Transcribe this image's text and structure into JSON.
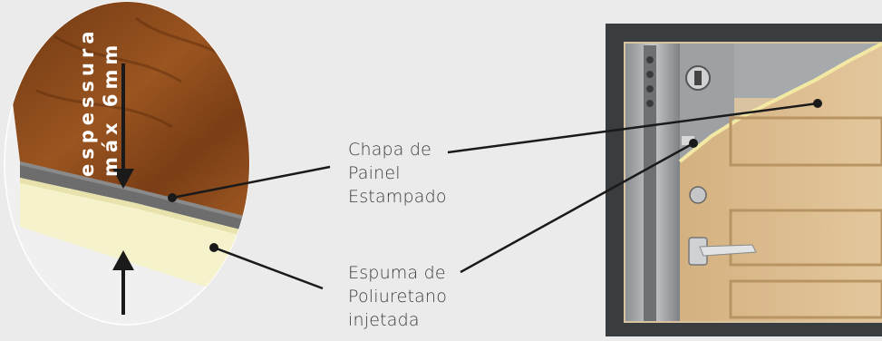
{
  "callouts": {
    "sheet": [
      "Chapa de",
      "Painel",
      "Estampado"
    ],
    "foam": [
      "Espuma de",
      "Poliuretano",
      "injetada"
    ]
  },
  "thickness": {
    "line1": "espessura",
    "line2": "máx 6mm"
  },
  "colors": {
    "background": "#ebebeb",
    "wood": "#8a4a1c",
    "steel": "#6e6e6e",
    "foam": "#f4f1c6",
    "door_frame": "#3a3d3f",
    "door_panel": "#d9b98a"
  }
}
